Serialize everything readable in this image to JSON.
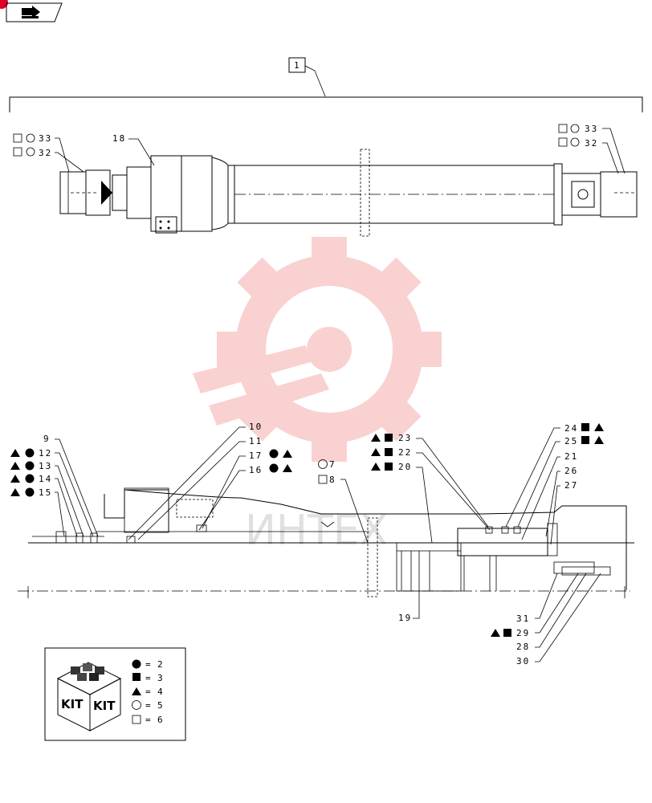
{
  "callouts": {
    "c1": "1",
    "c18": "18",
    "c33l": "33",
    "c32l": "32",
    "c33r": "33",
    "c32r": "32",
    "c9": "9",
    "c10": "10",
    "c11": "11",
    "c12": "12",
    "c13": "13",
    "c14": "14",
    "c15": "15",
    "c16": "16",
    "c17": "17",
    "c7": "7",
    "c8": "8",
    "c19": "19",
    "c20": "20",
    "c22": "22",
    "c23": "23",
    "c24": "24",
    "c25": "25",
    "c21": "21",
    "c26": "26",
    "c27": "27",
    "c31": "31",
    "c29": "29",
    "c28": "28",
    "c30": "30"
  },
  "legend": {
    "kit_label_1": "KIT",
    "kit_label_2": "KIT",
    "rows": [
      {
        "symbol": "circle-filled",
        "eq": "=",
        "num": "2"
      },
      {
        "symbol": "square-filled",
        "eq": "=",
        "num": "3"
      },
      {
        "symbol": "triangle-filled",
        "eq": "=",
        "num": "4"
      },
      {
        "symbol": "circle-open",
        "eq": "=",
        "num": "5"
      },
      {
        "symbol": "square-open",
        "eq": "=",
        "num": "6"
      }
    ]
  },
  "watermark": {
    "text": "ИНТЕХ",
    "color": "#f5a0a0"
  },
  "colors": {
    "line": "#000000",
    "corner_badge": "#e0002a"
  }
}
